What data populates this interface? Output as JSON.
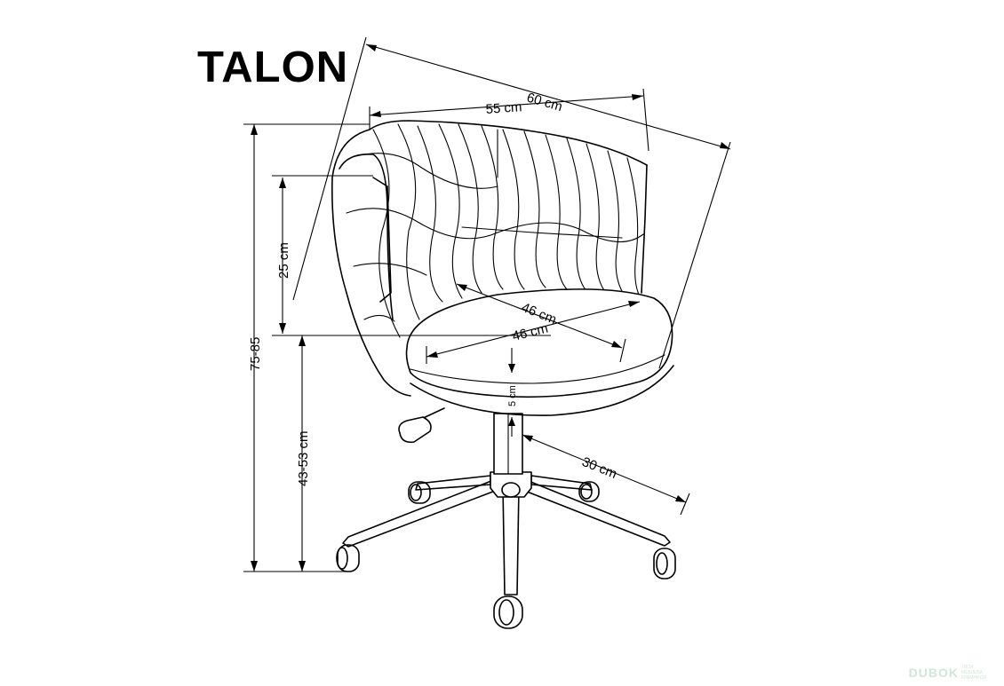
{
  "title": "TALON",
  "dimensions": {
    "total_width": "60 cm",
    "back_width": "55 cm",
    "back_height": "25 cm",
    "total_height": "75-85",
    "seat_height": "43-53 cm",
    "seat_depth": "46 cm",
    "seat_width": "46 cm",
    "seat_thickness": "5 cm",
    "base_radius": "30 cm"
  },
  "watermark": {
    "brand": "DUBOK",
    "tagline": "ТВОЯ МЕБЛЕВА КРАМНИЦЯ"
  },
  "colors": {
    "line": "#000000",
    "background": "#ffffff",
    "watermark": "#cfe6d8"
  }
}
